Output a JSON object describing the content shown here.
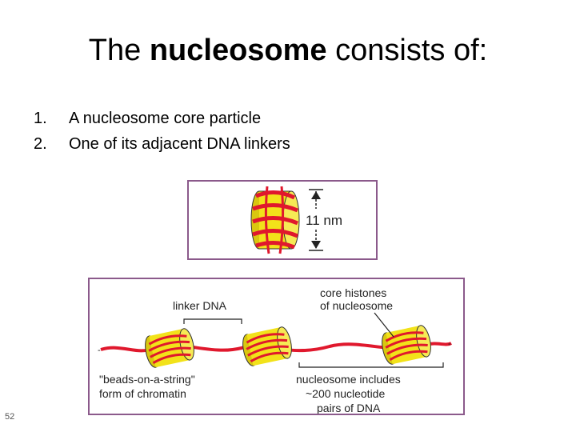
{
  "title": {
    "prefix": "The ",
    "bold": "nucleosome",
    "suffix": " consists of:"
  },
  "list": [
    {
      "num": "1.",
      "text": "A nucleosome core particle"
    },
    {
      "num": "2.",
      "text": "One of its adjacent DNA linkers"
    }
  ],
  "figure_top": {
    "dimension_label": "11 nm"
  },
  "figure_bottom": {
    "linker_label": "linker DNA",
    "core_label_line1": "core histones",
    "core_label_line2": "of nucleosome",
    "beads_line1": "\"beads-on-a-string\"",
    "beads_line2": "form of chromatin",
    "includes_line1": "nucleosome includes",
    "includes_line2": "~200 nucleotide",
    "includes_line3": "pairs of DNA"
  },
  "page_number": "52",
  "colors": {
    "histone": "#f2e21a",
    "dna": "#e0182d",
    "frame": "#8b5a8b"
  }
}
